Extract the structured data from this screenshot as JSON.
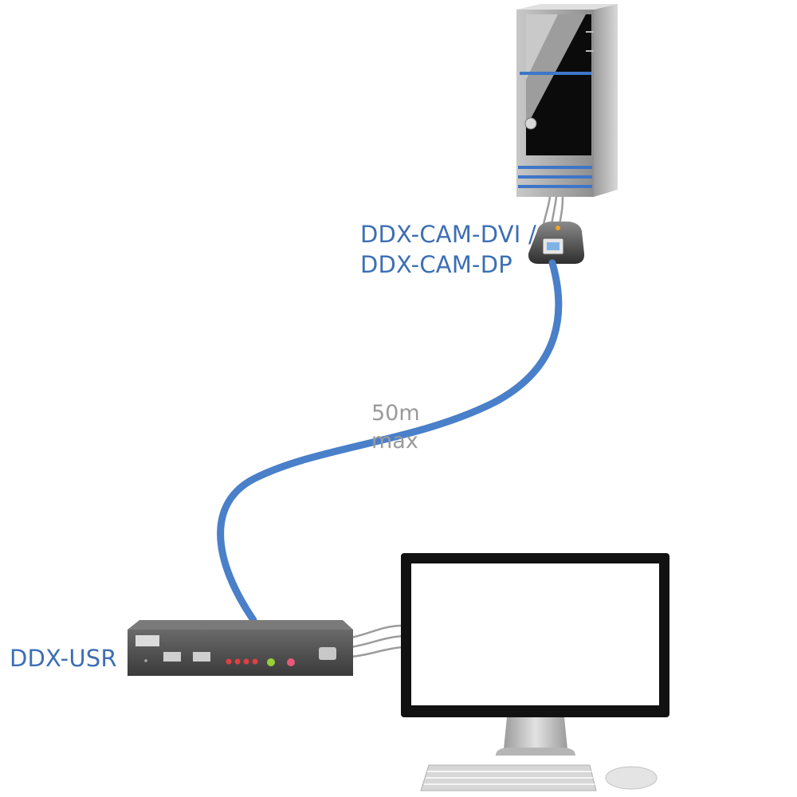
{
  "labels": {
    "cam_line1": "DDX-CAM-DVI /",
    "cam_line2": "DDX-CAM-DP",
    "usr": "DDX-USR",
    "cable_line1": "50m",
    "cable_line2": "max"
  },
  "colors": {
    "label_blue": "#3d6fb4",
    "cable_blue": "#4a7fc9",
    "label_grey": "#9a9a9a"
  },
  "icons": [
    "pc-tower-icon",
    "cam-module-icon",
    "usr-unit-icon",
    "monitor-icon",
    "keyboard-icon",
    "mouse-icon"
  ]
}
